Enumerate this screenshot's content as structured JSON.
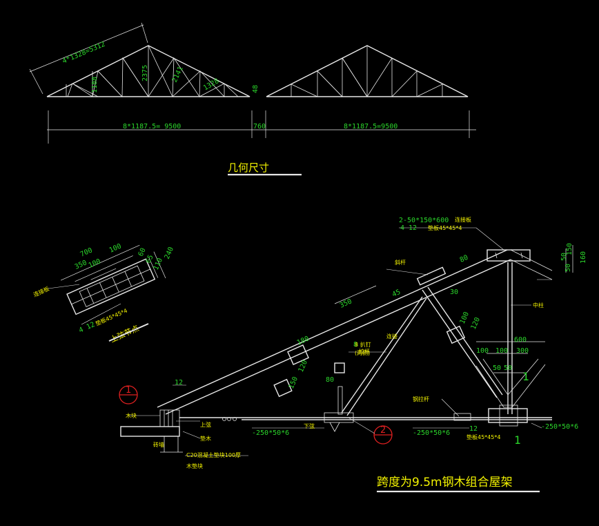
{
  "elevation": {
    "dim_slope": "4*1328=5312",
    "dim_1188": "1188",
    "dim_2375": "2375",
    "dim_2141": "2141",
    "dim_1328": "1328",
    "dim_48": "48",
    "dim_span_left": "8*1187.5= 9500",
    "dim_gap": "760",
    "dim_span_right": "8*1187.5=9500",
    "title": "几何尺寸"
  },
  "detail": {
    "d700": "700",
    "d350": "350",
    "d100a": "100",
    "d100b": "100",
    "d60": "60",
    "d65": "65",
    "d110": "110",
    "d240": "240",
    "label_lianjie": "连接板",
    "angle_left": "4 12",
    "plate_left": "垫板45*45*4",
    "title": "上弦节点"
  },
  "main": {
    "top_note1": "2-50*150*600",
    "top_note1_cn": "连接板",
    "top_note2": "4 12",
    "top_note2_cn": "垫板45*45*4",
    "d50a": "50",
    "d150": "150",
    "d50b": "50",
    "d160": "160",
    "d80": "80",
    "d30": "30",
    "d350": "350",
    "d45": "45",
    "d120": "120",
    "d100": "100",
    "d180": "180",
    "d8": "8",
    "d120b": "120",
    "d80b": "80",
    "d150b": "150",
    "d600": "600",
    "d100c": "100",
    "d100d": "100",
    "d300": "300",
    "d50c": "50",
    "d50d": "50",
    "d12a": "12",
    "d12b": "12",
    "d1a": "1",
    "d1b": "1",
    "plate1": "-250*50*6",
    "plate2": "-250*50*6",
    "plate3": "-250*50*6",
    "pad_bottom": "垫板45*45*4",
    "note_zhong": "中柱",
    "note_xx": "斜杆",
    "note_steel": "钢拉杆",
    "note_lianjie": "连接",
    "note_shangxian": "上弦",
    "note_xiaxian": "下弦",
    "note_muxian": "木块",
    "note_dianmu": "垫木",
    "note_mudian": "木垫块",
    "note_lashuan": "拉杆",
    "note_plank": "C20混凝土垫块100厚",
    "note_wall": "砖墙",
    "note_dian": "8 扒钉",
    "note_dian2": "(两侧)",
    "callout1": "1",
    "callout2": "2",
    "title": "跨度为9.5m钢木组合屋架"
  }
}
